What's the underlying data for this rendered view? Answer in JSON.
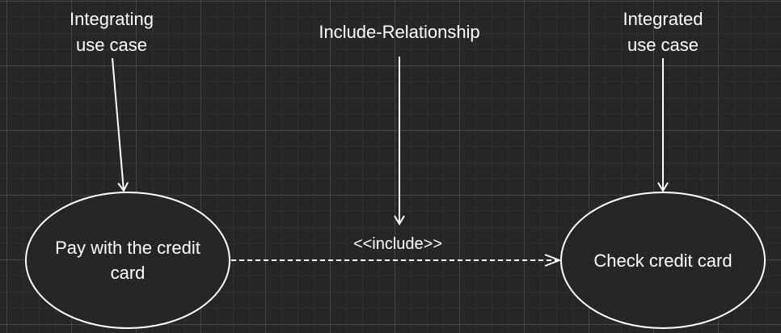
{
  "annotations": {
    "integrating": "Integrating\nuse case",
    "relationship": "Include-Relationship",
    "integrated": "Integrated\nuse case"
  },
  "use_cases": {
    "pay": "Pay with the credit\ncard",
    "check": "Check credit card"
  },
  "relationship": {
    "stereotype": "<<include>>"
  },
  "colors": {
    "background": "#262626",
    "stroke": "#ffffff",
    "fill": "#262626",
    "text": "#ffffff"
  }
}
